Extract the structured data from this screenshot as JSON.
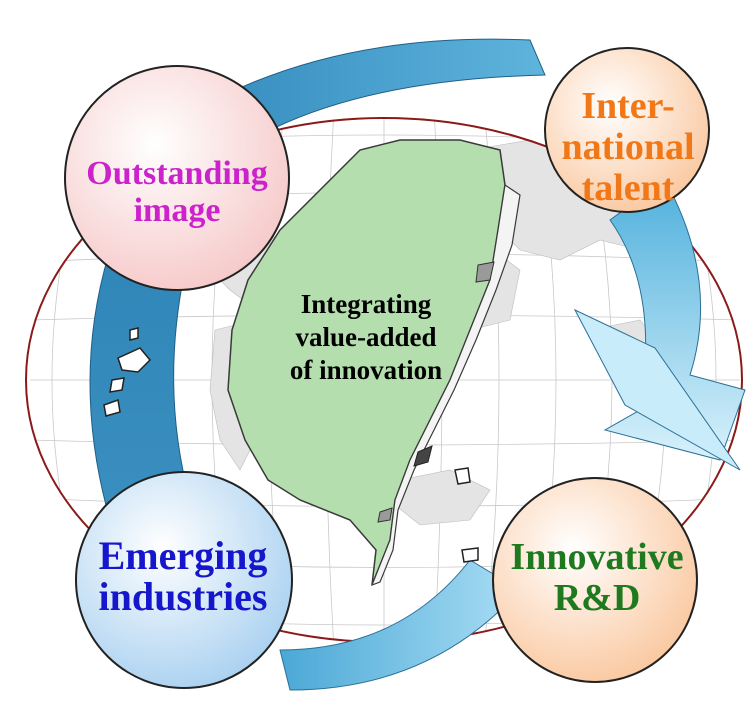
{
  "diagram": {
    "center": {
      "text": "Integrating\nvalue-added\nof innovation"
    },
    "nodes": [
      {
        "id": "international-talent",
        "text": "Inter-\nnational\ntalent",
        "color": "#f07818",
        "fill": "#fbe3cc"
      },
      {
        "id": "outstanding-image",
        "text": "Outstanding\nimage",
        "color": "#cc22cc",
        "fill": "#fbe3dd"
      },
      {
        "id": "emerging-industries",
        "text": "Emerging\nindustries",
        "color": "#1616cc",
        "fill": "#d8eaf8"
      },
      {
        "id": "innovative-rd",
        "text": "Innovative\nR&D",
        "color": "#1f7a1f",
        "fill": "#fde8c8"
      }
    ],
    "colors": {
      "island": "#b4deae",
      "cycle_arrow_dark": "#2e8cbf",
      "cycle_arrow_light": "#9ed8f2",
      "globe_ring": "#8b1a1a",
      "map_land": "#e6e6e6"
    }
  }
}
